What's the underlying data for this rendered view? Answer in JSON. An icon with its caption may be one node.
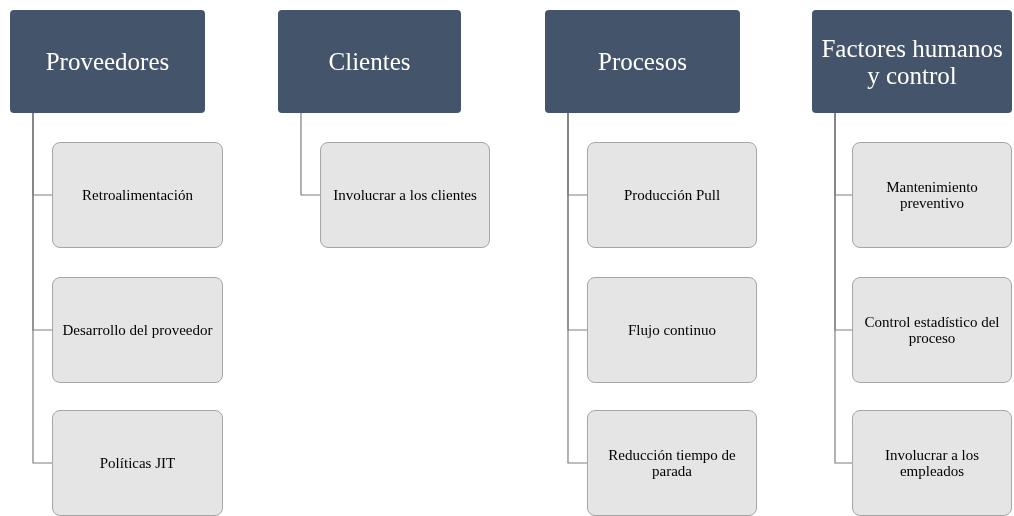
{
  "diagram": {
    "nodes": [
      {
        "text": [
          "Proveedores"
        ]
      },
      {
        "text": [
          "Retroalimentación"
        ]
      },
      {
        "text": [
          "Desarrollo del proveedor"
        ]
      },
      {
        "text": [
          "Políticas JIT"
        ]
      },
      {
        "text": [
          "Clientes"
        ]
      },
      {
        "text": [
          "Involucrar a los clientes"
        ]
      },
      {
        "text": [
          "Procesos"
        ]
      },
      {
        "text": [
          "Producción Pull"
        ]
      },
      {
        "text": [
          "Flujo continuo"
        ]
      },
      {
        "text": [
          "Reducción tiempo de parada"
        ]
      },
      {
        "text": [
          "Factores humanos y control"
        ]
      },
      {
        "text": [
          "Mantenimiento preventivo"
        ]
      },
      {
        "text": [
          "Control estadístico del proceso"
        ]
      },
      {
        "text": [
          "Involucrar a los empleados"
        ]
      }
    ],
    "edges": [
      {
        "from": 0,
        "to": 1,
        "arrow": "none"
      },
      {
        "from": 0,
        "to": 2,
        "arrow": "none"
      },
      {
        "from": 0,
        "to": 3,
        "arrow": "none"
      },
      {
        "from": 4,
        "to": 5,
        "arrow": "none"
      },
      {
        "from": 6,
        "to": 7,
        "arrow": "none"
      },
      {
        "from": 6,
        "to": 8,
        "arrow": "none"
      },
      {
        "from": 6,
        "to": 9,
        "arrow": "none"
      },
      {
        "from": 10,
        "to": 11,
        "arrow": "none"
      },
      {
        "from": 10,
        "to": 12,
        "arrow": "none"
      },
      {
        "from": 10,
        "to": 13,
        "arrow": "none"
      }
    ]
  }
}
